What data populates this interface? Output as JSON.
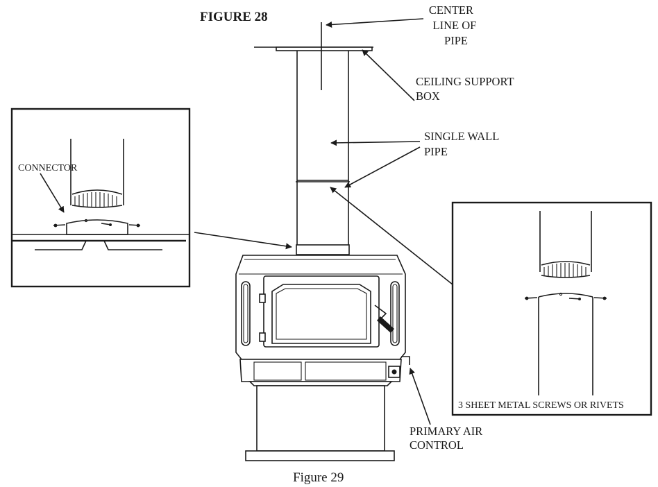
{
  "figure_title": "FIGURE 28",
  "caption": "Figure 29",
  "labels": {
    "center_line": [
      "CENTER",
      "LINE OF",
      "PIPE"
    ],
    "ceiling_support": [
      "CEILING SUPPORT",
      "BOX"
    ],
    "single_wall": [
      "SINGLE WALL",
      "PIPE"
    ],
    "connector": "CONNECTOR",
    "screws": "3 SHEET METAL SCREWS OR RIVETS",
    "primary_air": [
      "PRIMARY AIR",
      "CONTROL"
    ]
  }
}
